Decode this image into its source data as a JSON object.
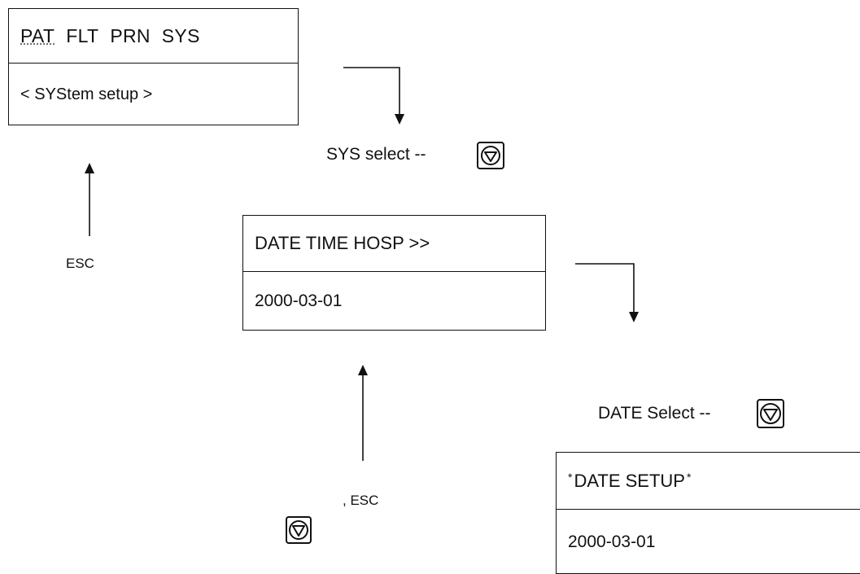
{
  "screen_system_menu": {
    "menu": [
      "PAT",
      "FLT",
      "PRN",
      "SYS"
    ],
    "subtitle": "< SYStem setup >"
  },
  "screen_date_time": {
    "menu": "DATE TIME HOSP >>",
    "value": "2000-03-01"
  },
  "screen_date_setup": {
    "title_prefix": "*",
    "title": "DATE SETUP",
    "title_suffix": "*",
    "value": "2000-03-01"
  },
  "labels": {
    "sys_select": "SYS select --",
    "date_select": "DATE Select --",
    "esc_left": "ESC",
    "esc_bottom": ", ESC"
  },
  "icons": {
    "select_button": "down-triangle-in-circle-icon"
  }
}
